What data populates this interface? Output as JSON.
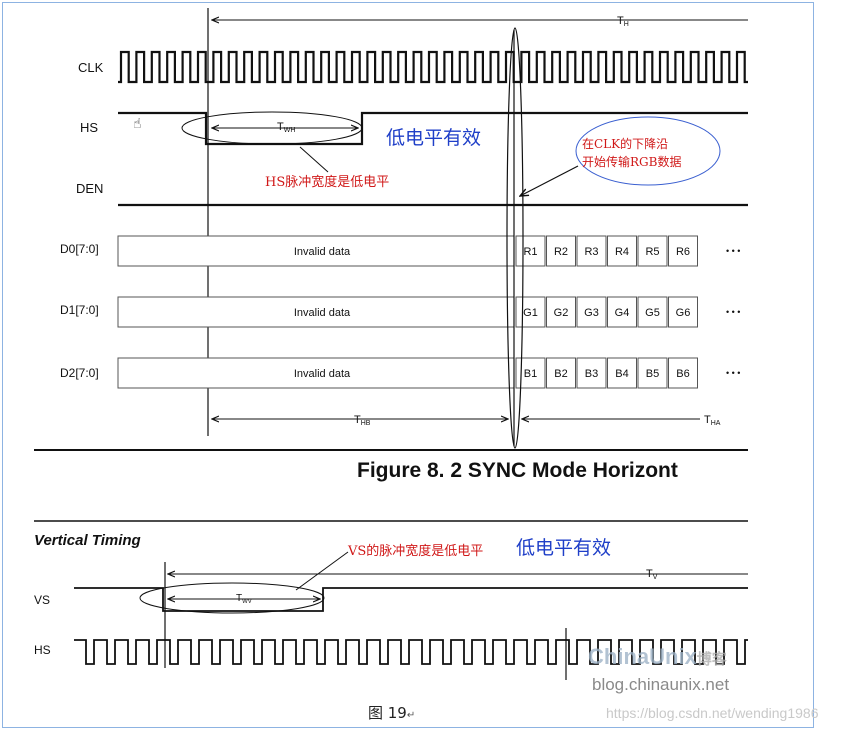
{
  "caption": "图 19",
  "caption_mark": "↵",
  "watermark": "https://blog.csdn.net/wending1986",
  "horizontal": {
    "signals": {
      "clk": "CLK",
      "hs": "HS",
      "den": "DEN",
      "d0": "D0[7:0]",
      "d1": "D1[7:0]",
      "d2": "D2[7:0]"
    },
    "invalid_data": "Invalid data",
    "d0_cells": [
      "R1",
      "R2",
      "R3",
      "R4",
      "R5",
      "R6"
    ],
    "d1_cells": [
      "G1",
      "G2",
      "G3",
      "G4",
      "G5",
      "G6"
    ],
    "d2_cells": [
      "B1",
      "B2",
      "B3",
      "B4",
      "B5",
      "B6"
    ],
    "ellipsis": "• • •",
    "t_h_main": "T",
    "t_h_sub": "H",
    "t_wh_main": "T",
    "t_wh_sub": "WH",
    "t_hb_main": "T",
    "t_hb_sub": "HB",
    "t_ha_main": "T",
    "t_ha_sub": "HA",
    "low_active": "低电平有效",
    "hs_pulse_note": "HS脉冲宽度是低电平",
    "clk_note_line1": "在CLK的下降沿",
    "clk_note_line2": "开始传输RGB数据",
    "figure_title": "Figure 8. 2 SYNC Mode Horizont"
  },
  "vertical": {
    "title": "Vertical Timing",
    "vs": "VS",
    "hs": "HS",
    "vs_pulse_note": "VS的脉冲宽度是低电平",
    "low_active": "低电平有效",
    "t_v_main": "T",
    "t_v_sub": "V",
    "t_wv_main": "T",
    "t_wv_sub": "WV",
    "logo_main": "ChinaUnix",
    "logo_suffix": "博客",
    "logo_url": "blog.chinaunix.net"
  },
  "colors": {
    "blue_note": "#1f3fc8",
    "red_note": "#d01818",
    "frame": "#8db3e2"
  }
}
